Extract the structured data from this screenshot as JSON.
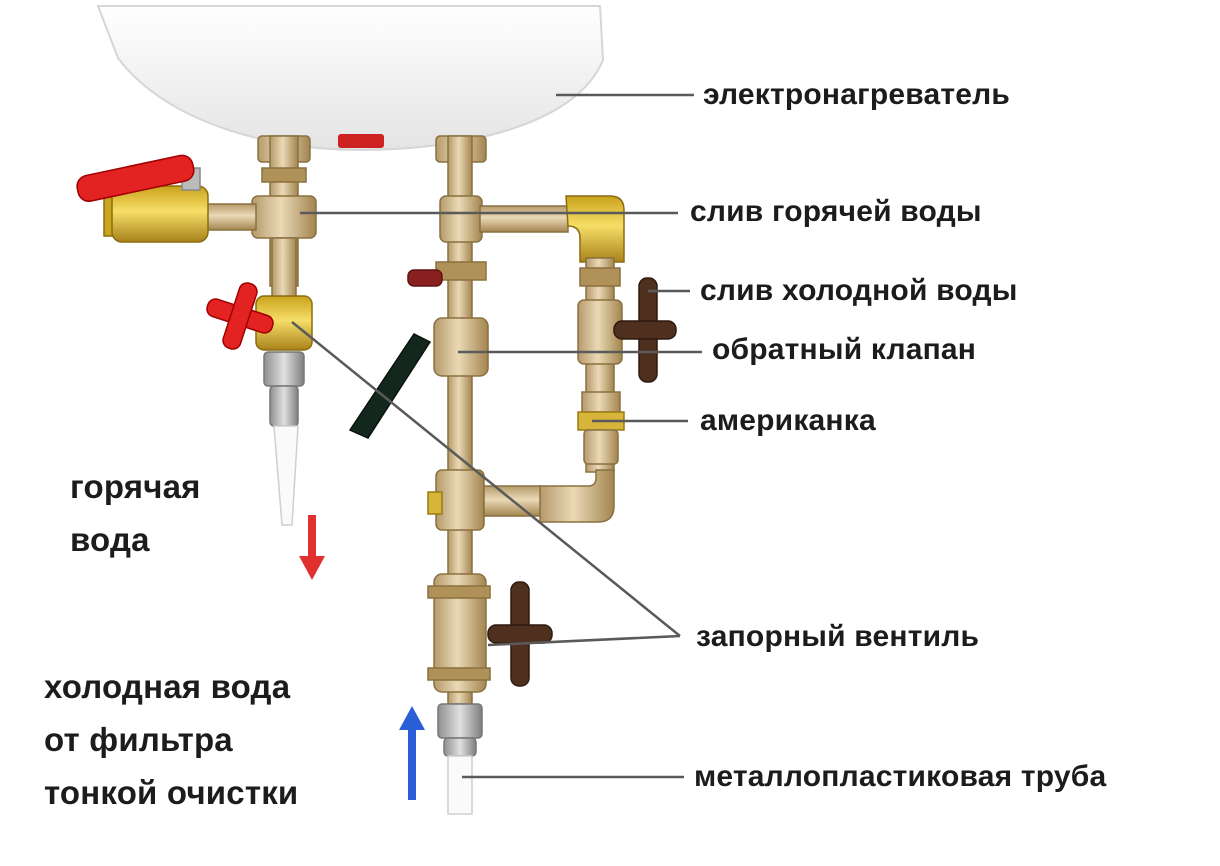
{
  "labels": {
    "heater": "электронагреватель",
    "hot_drain": "слив горячей воды",
    "cold_drain": "слив холодной воды",
    "check_valve": "обратный клапан",
    "union": "американка",
    "shutoff_valve": "запорный вентиль",
    "pipe": "металлопластиковая труба",
    "hot_water": "горячая\nвода",
    "cold_water": "холодная вода\nот фильтра\nтонкой очистки"
  },
  "colors": {
    "hot_arrow": "#e03030",
    "cold_arrow": "#2b5fd9",
    "label_text": "#1c1c1c",
    "brass": "#d8c190",
    "yellow_brass": "#e9c93e",
    "red_handle": "#e32222",
    "brown_handle": "#4f2f1d",
    "callout_line": "#5a5a5a"
  },
  "icons": {
    "hot_flow": "down-arrow-icon",
    "cold_flow": "up-arrow-icon"
  }
}
